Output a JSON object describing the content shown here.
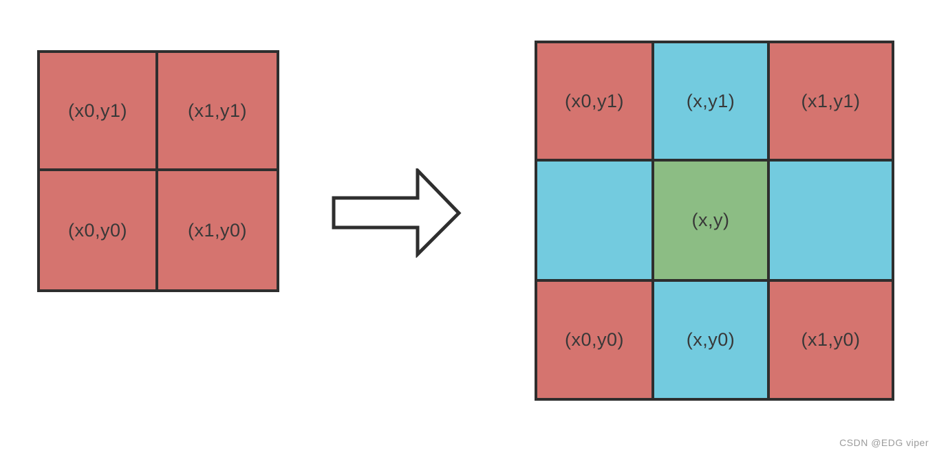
{
  "colors": {
    "red": "#d5746f",
    "blue": "#73cbdf",
    "green": "#8cbd84",
    "border": "#2e2e2e",
    "label_text": "#383838",
    "watermark_text": "#9b9b9b",
    "background": "#ffffff",
    "arrow_fill": "#ffffff",
    "arrow_stroke": "#2e2e2e"
  },
  "left_grid": {
    "rows": 2,
    "cols": 2,
    "cells": [
      {
        "label": "(x0,y1)",
        "color": "red"
      },
      {
        "label": "(x1,y1)",
        "color": "red"
      },
      {
        "label": "(x0,y0)",
        "color": "red"
      },
      {
        "label": "(x1,y0)",
        "color": "red"
      }
    ]
  },
  "arrow": {
    "direction": "right",
    "style": "hollow-outline"
  },
  "right_grid": {
    "rows": 3,
    "cols": 3,
    "cells": [
      {
        "label": "(x0,y1)",
        "color": "red"
      },
      {
        "label": "(x,y1)",
        "color": "blue"
      },
      {
        "label": "(x1,y1)",
        "color": "red"
      },
      {
        "label": "",
        "color": "blue"
      },
      {
        "label": "(x,y)",
        "color": "green"
      },
      {
        "label": "",
        "color": "blue"
      },
      {
        "label": "(x0,y0)",
        "color": "red"
      },
      {
        "label": "(x,y0)",
        "color": "blue"
      },
      {
        "label": "(x1,y0)",
        "color": "red"
      }
    ]
  },
  "watermark": "CSDN @EDG viper"
}
